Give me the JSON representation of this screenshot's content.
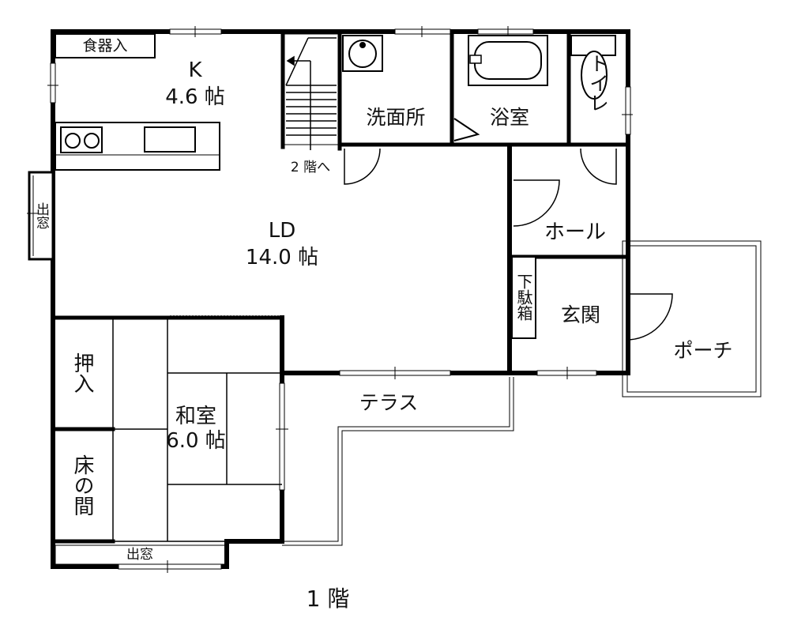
{
  "floor_label": "1 階",
  "rooms": {
    "kitchen": {
      "name": "K",
      "area": "4.6 帖"
    },
    "pantry": "食器入",
    "ld": {
      "name": "LD",
      "area": "14.0 帖"
    },
    "washroom": "洗面所",
    "bath": "浴室",
    "toilet": "トイレ",
    "hall": "ホール",
    "shoe_box": "下駄箱",
    "entrance": "玄関",
    "porch": "ポーチ",
    "terrace": "テラス",
    "washitsu": {
      "name": "和室",
      "area": "6.0 帖"
    },
    "closet": "押入",
    "tokonoma": "床の間"
  },
  "annotations": {
    "stairs_up": "2 階へ",
    "bay_window_west": "出窓",
    "bay_window_south": "出窓"
  }
}
